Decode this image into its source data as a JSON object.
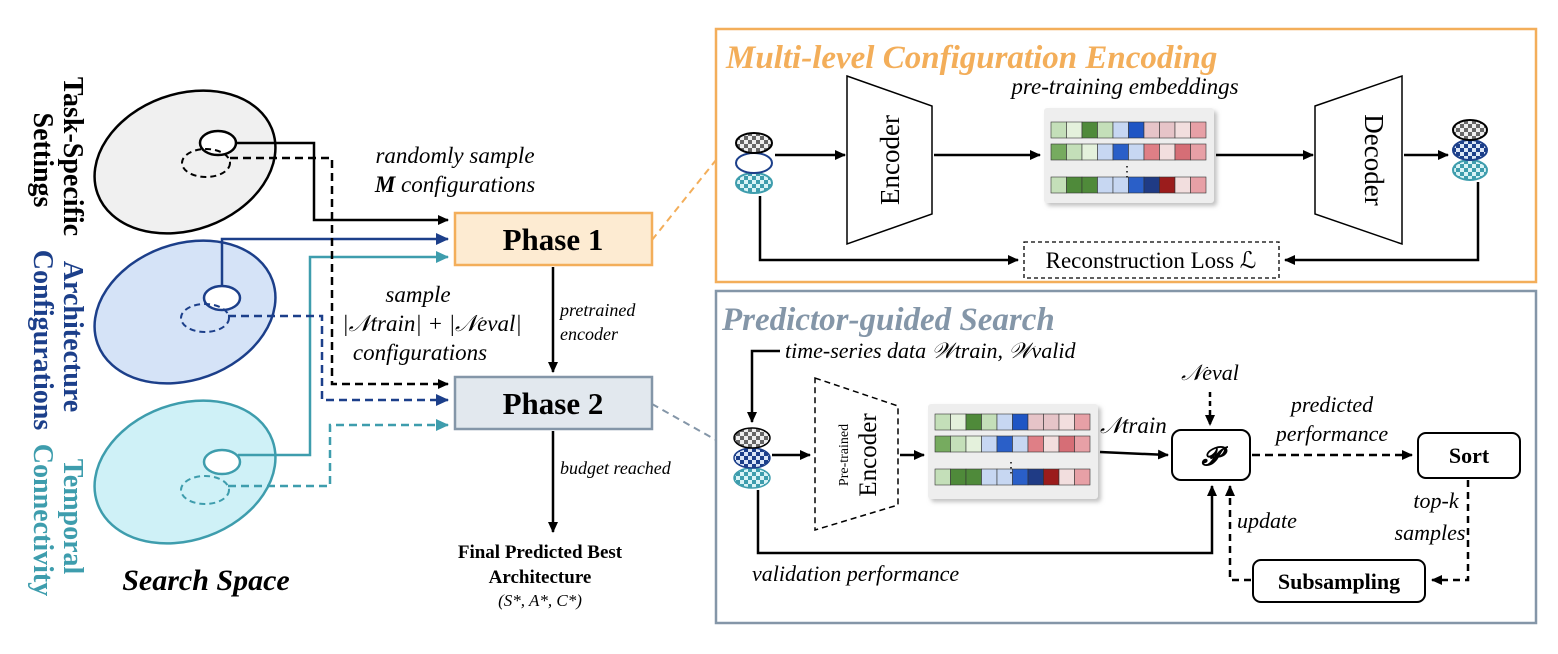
{
  "search_space": {
    "caption": "Search Space",
    "task_label": [
      "Task-Specific",
      "Settings"
    ],
    "arch_label": [
      "Architecture",
      "Configurations"
    ],
    "temporal_label": [
      "Temporal",
      "Connectivity"
    ]
  },
  "flow": {
    "sample_m_line1": "randomly sample",
    "sample_m_bold": "M",
    "sample_m_rest": " configurations",
    "phase1": "Phase 1",
    "phase2": "Phase 2",
    "sample2_line1": "sample",
    "sample2_line2": "|𝒩train| + |𝒩eval|",
    "sample2_line3": "configurations",
    "pretrained_1": "pretrained",
    "pretrained_2": "encoder",
    "budget": "budget reached",
    "final_1": "Final Predicted Best",
    "final_2": "Architecture",
    "final_3": "(S*, A*, C*)"
  },
  "encoding_panel": {
    "title": "Multi-level Configuration Encoding",
    "encoder": "Encoder",
    "decoder": "Decoder",
    "embeddings": "pre-training embeddings",
    "loss": "Reconstruction Loss ℒ",
    "dots": "⋮"
  },
  "search_panel": {
    "title": "Predictor-guided Search",
    "timeseries": "time-series data 𝒲train, 𝒲valid",
    "pretrained_small": "Pre-trained",
    "encoder": "Encoder",
    "n_train": "𝒩train",
    "n_eval": "𝒩eval",
    "predictor": "𝓟",
    "predicted_1": "predicted",
    "predicted_2": "performance",
    "sort": "Sort",
    "topk_1": "top-k",
    "topk_2": "samples",
    "update": "update",
    "subsampling": "Subsampling",
    "validation": "validation performance",
    "dots": "⋮"
  },
  "colors": {
    "orange": "#f3ae5a",
    "phase1_fill": "#fdebd2",
    "phase2_fill": "#e2e8ee",
    "slate": "#8496a8",
    "navy": "#1c3f8a",
    "teal": "#3e9dad",
    "gray_fill": "#f0f0f0",
    "blue_fill": "#d5e3f7",
    "cyan_fill": "#cff1f7"
  }
}
